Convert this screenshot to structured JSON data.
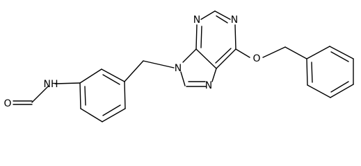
{
  "molecule": {
    "atoms": {
      "o_formyl": "O",
      "nh": "NH",
      "n9": "N",
      "n7": "N",
      "n3": "N",
      "n1": "N",
      "o_ether": "O"
    },
    "colors": {
      "bond": "#000000",
      "label": "#000000",
      "background": "#ffffff"
    }
  }
}
